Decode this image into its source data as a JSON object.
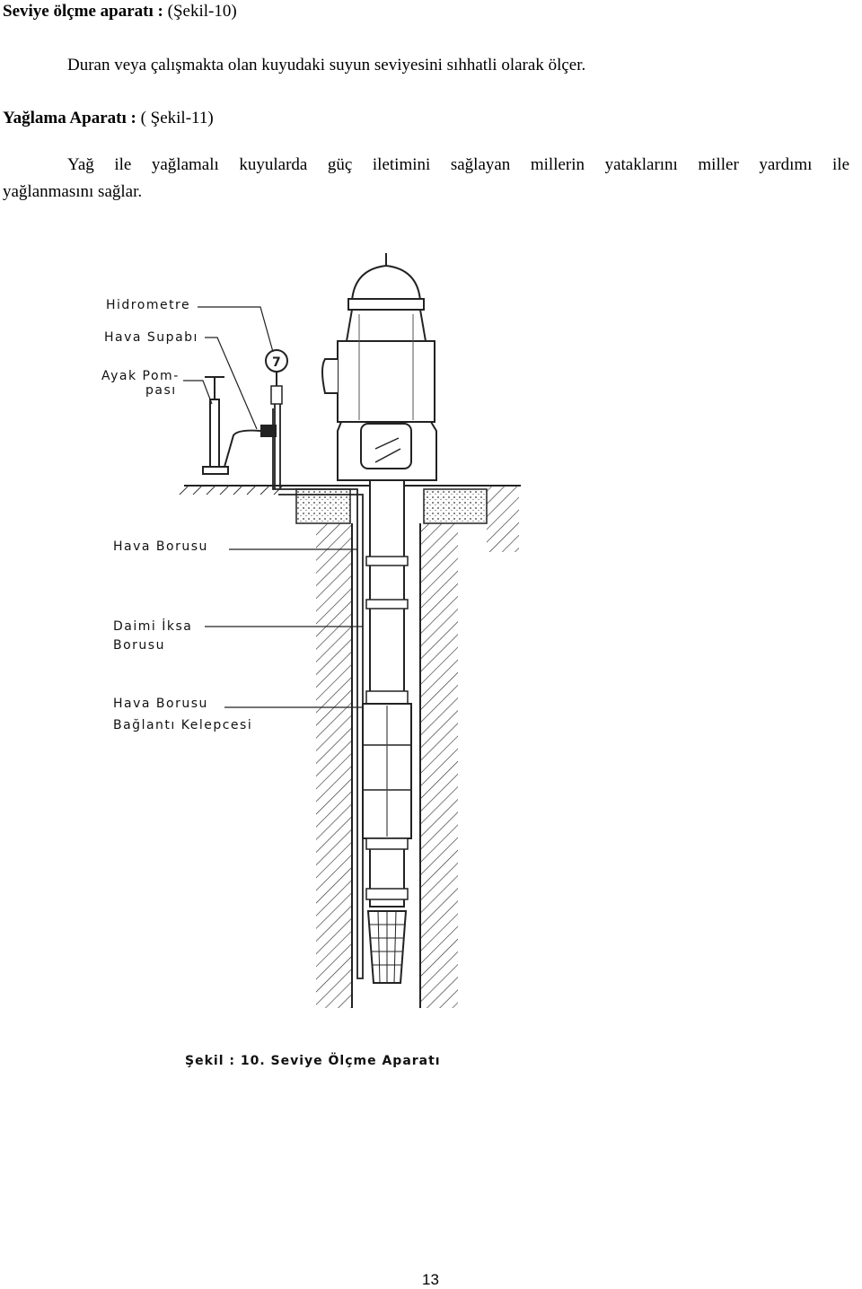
{
  "section1": {
    "heading_bold": "Seviye ölçme aparatı :",
    "heading_ref": " (Şekil-10)",
    "paragraph": "Duran veya çalışmakta olan kuyudaki suyun seviyesini sıhhatli olarak ölçer."
  },
  "section2": {
    "heading_bold": "Yağlama Aparatı :",
    "heading_ref": " ( Şekil-11)",
    "paragraph_line1": "Yağ ile yağlamalı kuyularda güç iletimini sağlayan millerin yataklarını miller yardımı ile",
    "paragraph_line2": "yağlanmasını sağlar."
  },
  "figure": {
    "labels": {
      "hidrometre": "Hidrometre",
      "hava_supabi": "Hava Supabı",
      "ayak_pompasi_1": "Ayak Pom-",
      "ayak_pompasi_2": "pası",
      "hava_borusu": "Hava Borusu",
      "daimi_iksa_1": "Daimi İksa",
      "daimi_iksa_2": "Borusu",
      "kelepce_1": "Hava Borusu",
      "kelepce_2": "Bağlantı Kelepcesi"
    },
    "gauge_value": "7",
    "caption": "Şekil : 10. Seviye Ölçme Aparatı"
  },
  "page_number": "13"
}
